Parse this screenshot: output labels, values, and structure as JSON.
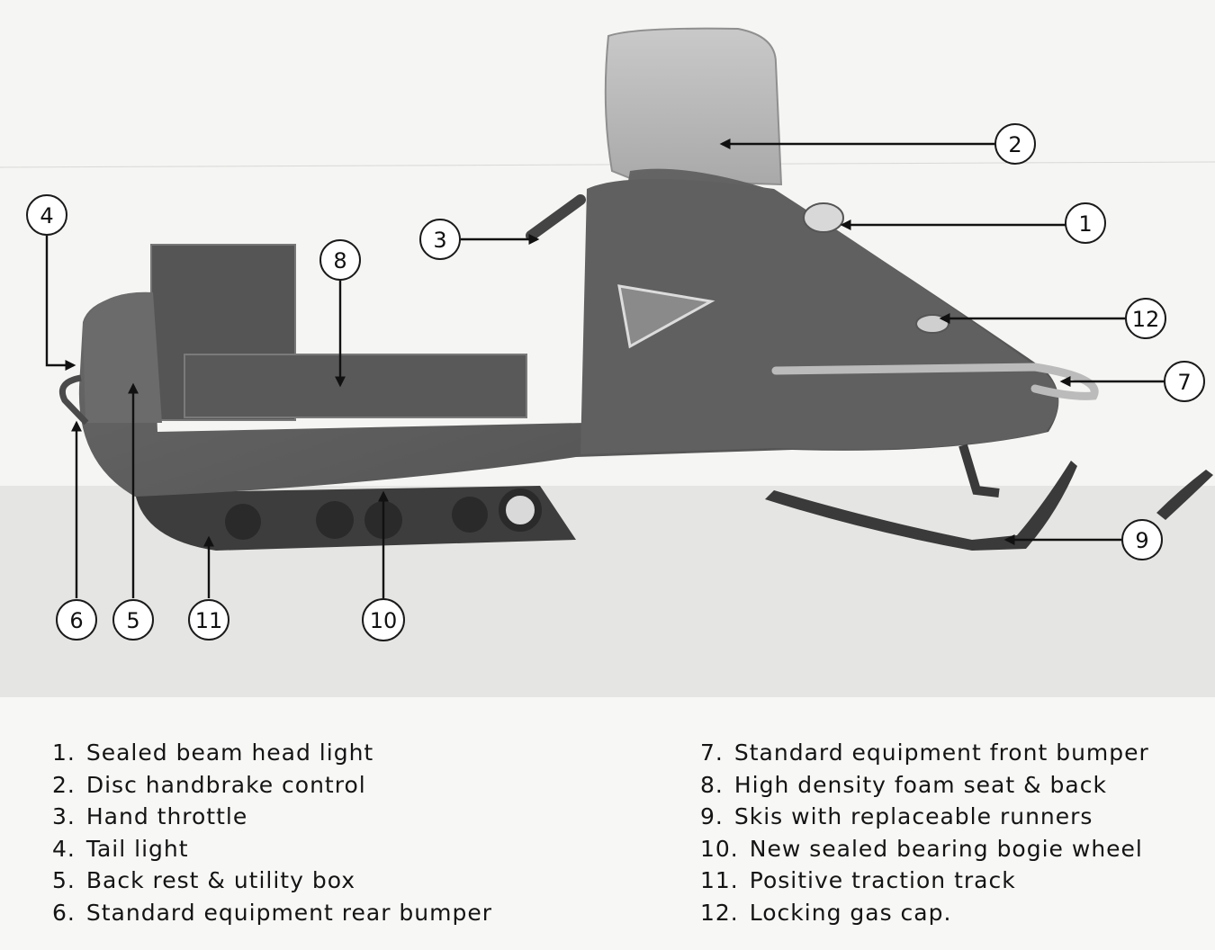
{
  "callouts": [
    {
      "n": "1",
      "label": "Sealed beam head light"
    },
    {
      "n": "2",
      "label": "Disc handbrake control"
    },
    {
      "n": "3",
      "label": "Hand throttle"
    },
    {
      "n": "4",
      "label": "Tail light"
    },
    {
      "n": "5",
      "label": "Back rest & utility box"
    },
    {
      "n": "6",
      "label": "Standard equipment rear bumper"
    },
    {
      "n": "7",
      "label": "Standard equipment front bumper"
    },
    {
      "n": "8",
      "label": "High density foam seat & back"
    },
    {
      "n": "9",
      "label": "Skis with replaceable runners"
    },
    {
      "n": "10",
      "label": "New sealed bearing bogie wheel"
    },
    {
      "n": "11",
      "label": "Positive traction track"
    },
    {
      "n": "12",
      "label": "Locking gas cap."
    }
  ],
  "legend": {
    "left": [
      {
        "num": "1.",
        "text": "Sealed beam head light"
      },
      {
        "num": "2.",
        "text": "Disc handbrake control"
      },
      {
        "num": "3.",
        "text": "Hand throttle"
      },
      {
        "num": "4.",
        "text": "Tail light"
      },
      {
        "num": "5.",
        "text": "Back rest & utility box"
      },
      {
        "num": "6.",
        "text": "Standard equipment rear bumper"
      }
    ],
    "right": [
      {
        "num": "7.",
        "text": "Standard equipment front bumper"
      },
      {
        "num": "8.",
        "text": "High density foam seat & back"
      },
      {
        "num": "9.",
        "text": "Skis with replaceable runners"
      },
      {
        "num": "10.",
        "text": "New sealed bearing bogie wheel"
      },
      {
        "num": "11.",
        "text": "Positive traction track"
      },
      {
        "num": "12.",
        "text": "Locking gas cap."
      }
    ]
  },
  "colors": {
    "paper": "#f7f7f5",
    "snow": "#e6e6e4",
    "body": "#6a6a6a",
    "dark": "#3a3a3a"
  }
}
